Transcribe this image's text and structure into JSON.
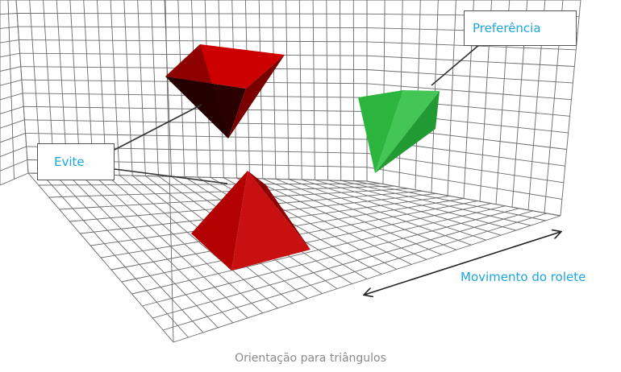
{
  "labels": {
    "preference": "Preferência",
    "avoid": "Evite",
    "roller_motion": "Movimento do rolete"
  },
  "caption": "Orientação para triângulos",
  "colors": {
    "grid": "#6a6a6a",
    "pyramid_red": "#c00000",
    "pyramid_dark": "#3a0000",
    "pyramid_green": "#2bb53e",
    "label_text": "#1aa6e0",
    "caption_text": "#8a8a8a"
  }
}
